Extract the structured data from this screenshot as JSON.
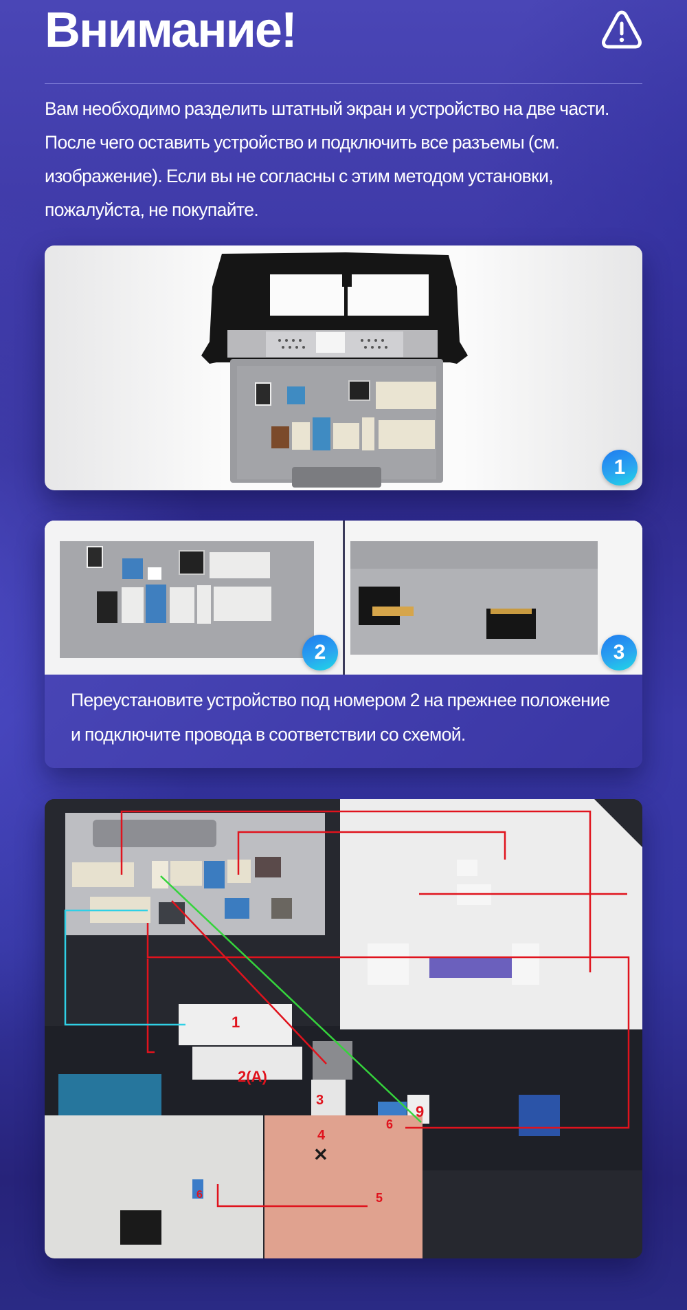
{
  "header": {
    "title": "Внимание!",
    "icon": "warning-triangle-icon"
  },
  "intro": {
    "text": "Вам необходимо разделить штатный экран и устройство на две части. После чего оставить устройство и подключить все разъемы (см. изображение). Если вы не согласны с этим методом установки, пожалуйста, не покупайте."
  },
  "images": {
    "step1": {
      "badge": "1",
      "alt": "Штатный головной блок с рамкой (вид сзади)"
    },
    "step2": {
      "badge": "2",
      "alt": "Блок устройства с разъемами"
    },
    "step3": {
      "badge": "3",
      "alt": "Экранный блок (вид сзади)"
    }
  },
  "caption": {
    "text": "Переустановите устройство под номером 2 на прежнее положение и подключите провода в соответствии со схемой."
  },
  "wiring_diagram": {
    "labels": [
      "1",
      "2(A)",
      "3",
      "4",
      "5",
      "6",
      "9",
      "6"
    ],
    "connector_1": "1",
    "connector_2a": "2(A)",
    "connector_3": "3",
    "connector_4": "4",
    "connector_5": "5",
    "connector_6": "6",
    "connector_9": "9",
    "connector_6_adapter": "6",
    "disabled_mark": "✕",
    "line_colors": {
      "red": "#e0131d",
      "green": "#35d43c",
      "cyan": "#2fd0e6"
    }
  },
  "colors": {
    "background": "#3a36a4",
    "badge_from": "#1f7bef",
    "badge_to": "#1fd9e6",
    "text": "#ffffff"
  }
}
